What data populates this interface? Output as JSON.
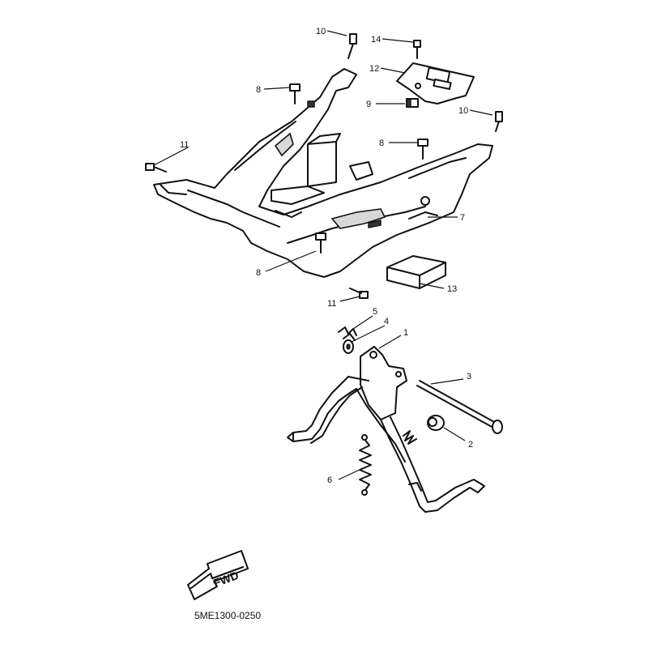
{
  "callouts": {
    "c1": "1",
    "c2": "2",
    "c3": "3",
    "c4": "4",
    "c5": "5",
    "c6": "6",
    "c7": "7",
    "c8a": "8",
    "c8b": "8",
    "c8c": "8",
    "c9": "9",
    "c10a": "10",
    "c10b": "10",
    "c11a": "11",
    "c11b": "11",
    "c12": "12",
    "c13": "13",
    "c14": "14"
  },
  "fwd_label": "FWD",
  "diagram_code": "5ME1300-0250"
}
